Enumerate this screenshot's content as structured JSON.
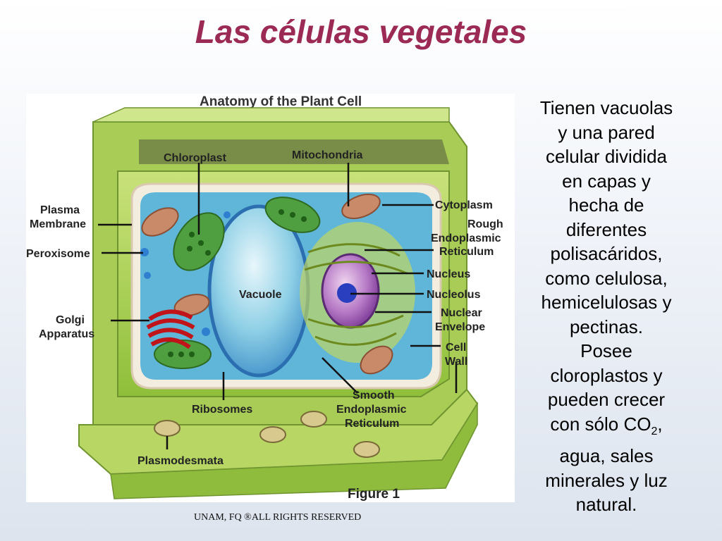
{
  "slide": {
    "title": "Las células vegetales",
    "copyright": "UNAM, FQ ®ALL RIGHTS RESERVED"
  },
  "figure": {
    "title": "Anatomy of the Plant Cell",
    "caption": "Figure 1",
    "labels": {
      "chloroplast": "Chloroplast",
      "mitochondria": "Mitochondria",
      "plasma_membrane_1": "Plasma",
      "plasma_membrane_2": "Membrane",
      "peroxisome": "Peroxisome",
      "golgi_1": "Golgi",
      "golgi_2": "Apparatus",
      "vacuole": "Vacuole",
      "ribosomes": "Ribosomes",
      "plasmodesmata": "Plasmodesmata",
      "cytoplasm": "Cytoplasm",
      "rough_er_1": "Rough",
      "rough_er_2": "Endoplasmic",
      "rough_er_3": "Reticulum",
      "nucleus": "Nucleus",
      "nucleolus": "Nucleolus",
      "nuclear_envelope_1": "Nuclear",
      "nuclear_envelope_2": "Envelope",
      "cell_wall_1": "Cell",
      "cell_wall_2": "Wall",
      "smooth_er_1": "Smooth",
      "smooth_er_2": "Endoplasmic",
      "smooth_er_3": "Reticulum"
    }
  },
  "body_text": {
    "lines": [
      "Tienen  vacuolas",
      "y una pared",
      "celular dividida",
      "en capas y",
      "hecha de",
      "diferentes",
      "polisacáridos,",
      "como celulosa,",
      "hemicelulosas y",
      "pectinas.",
      "Posee",
      "cloroplastos y",
      "pueden crecer"
    ],
    "co2_prefix": "con sólo CO",
    "co2_sub": "2",
    "co2_suffix": ",",
    "tail_lines": [
      "agua, sales",
      "minerales y luz",
      "natural."
    ]
  }
}
